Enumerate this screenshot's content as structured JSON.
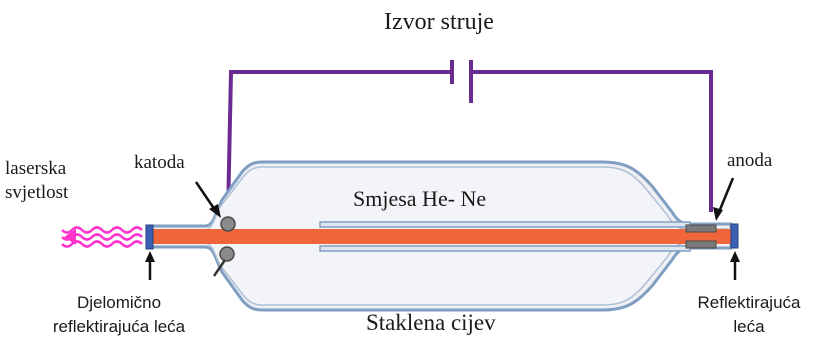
{
  "labels": {
    "power_source": "Izvor struje",
    "laser_light_line1": "laserska",
    "laser_light_line2": "svjetlost",
    "cathode": "katoda",
    "anode": "anoda",
    "gas_mixture": "Smjesa He- Ne",
    "glass_tube": "Staklena cijev",
    "partial_mirror_line1": "Djelomično",
    "partial_mirror_line2": "reflektirajuća leća",
    "full_mirror_line1": "Reflektirajuća",
    "full_mirror_line2": "leća"
  },
  "colors": {
    "wire": "#6b2c91",
    "laser_beam": "#f0663a",
    "laser_light": "#ff33cc",
    "tube_outline": "#7f9ec2",
    "tube_fill": "#eef0f4",
    "mirror": "#3b5fb3",
    "electrode": "#8a8a8a"
  }
}
